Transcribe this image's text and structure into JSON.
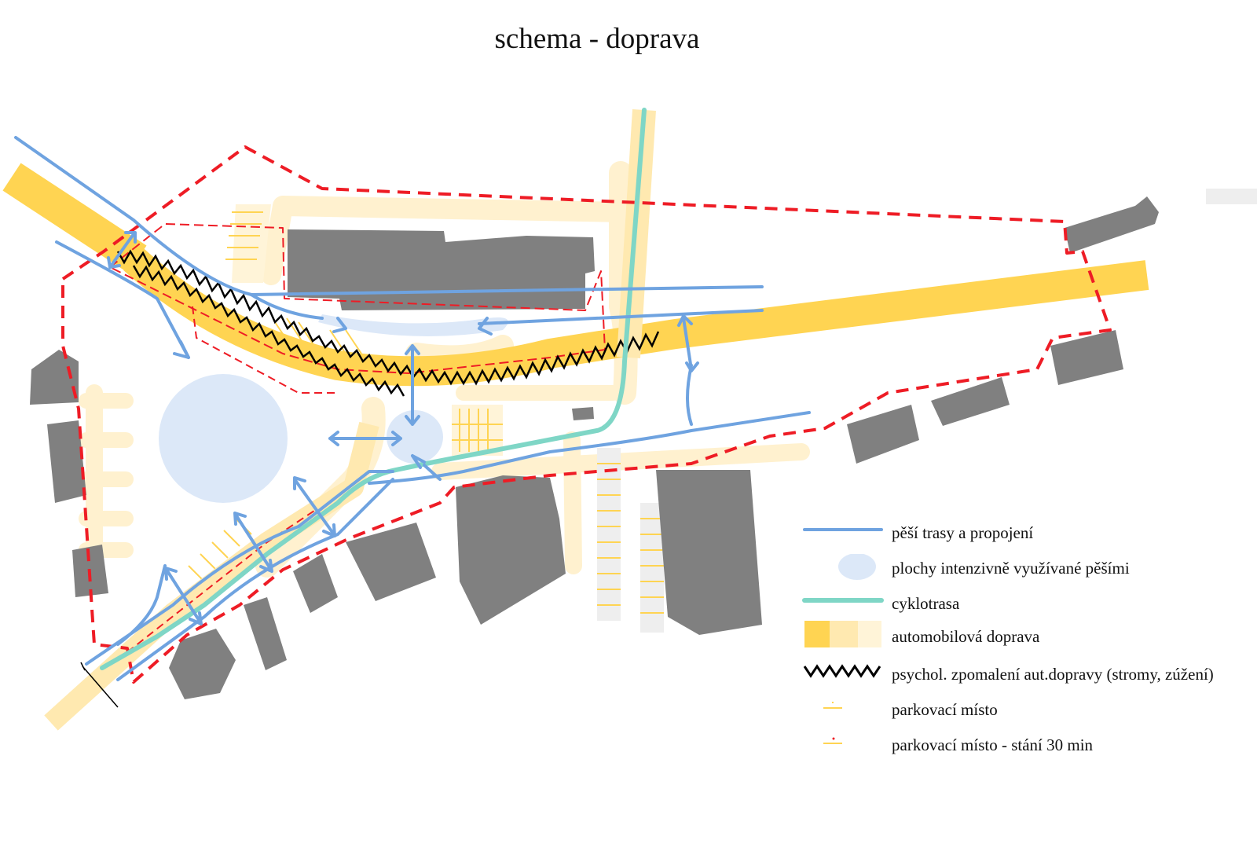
{
  "title": "schema - doprava",
  "colors": {
    "pedestrian": "#6fa3e0",
    "pedestrian_area": "#dce8f8",
    "cycle": "#7fd6c6",
    "car_traffic": "#ffd452",
    "car_traffic_light": "#ffe9b0",
    "car_traffic_lighter": "#fff4d8",
    "zigzag": "#000000",
    "boundary": "#ee1c25",
    "building": "#808080"
  },
  "legend": [
    {
      "key": "pedestrian",
      "icon": "blue-line-icon",
      "label": "pěší trasy a propojení"
    },
    {
      "key": "pedestrian_area",
      "icon": "blue-ellipse-icon",
      "label": "plochy intenzivně využívané pěšími"
    },
    {
      "key": "cycle",
      "icon": "teal-line-icon",
      "label": "cyklotrasa"
    },
    {
      "key": "car_traffic",
      "icon": "yellow-bar-icon",
      "label": "automobilová doprava"
    },
    {
      "key": "zigzag",
      "icon": "zigzag-icon",
      "label": "psychol. zpomalení aut.dopravy (stromy, zúžení)"
    },
    {
      "key": "parking",
      "icon": "parking-mark-icon",
      "label": "parkovací místo"
    },
    {
      "key": "parking_30",
      "icon": "parking-30-mark-icon",
      "label": "parkovací místo - stání 30 min"
    }
  ]
}
